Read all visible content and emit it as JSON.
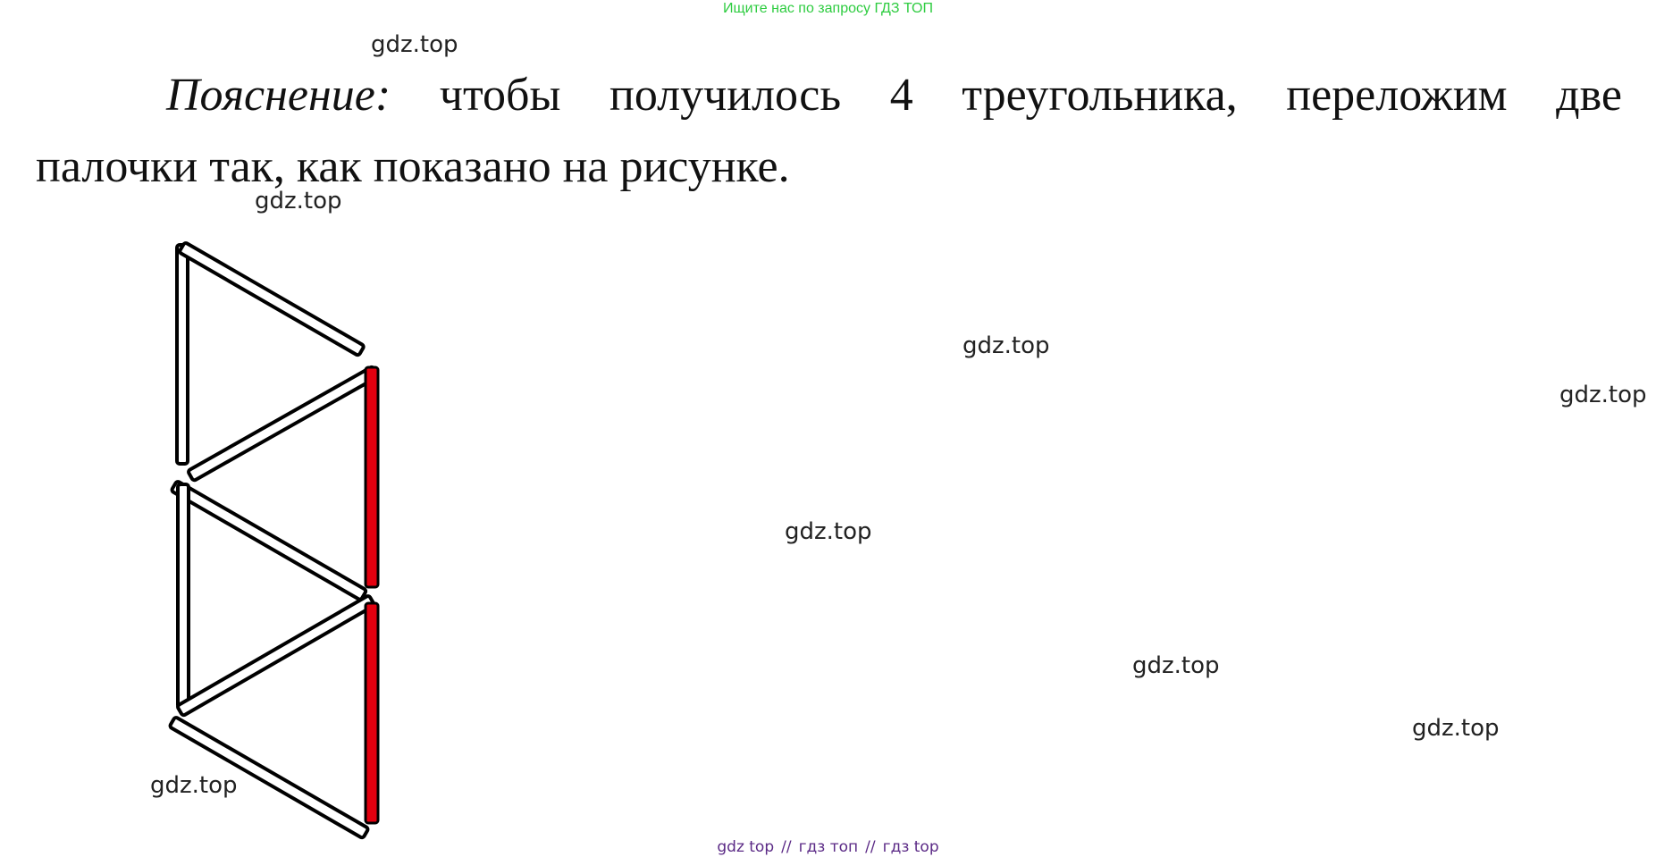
{
  "banner": {
    "text": "Ищите нас по запросу ГДЗ ТОП"
  },
  "watermark": "gdz.top",
  "explanation": {
    "label": "Пояснение:",
    "line1_words": [
      "чтобы",
      "получилось",
      "4",
      "треугольника,",
      "переложим",
      "две"
    ],
    "line2": "палочки так, как показано на рисунке."
  },
  "figure": {
    "description_colors": {
      "stick_outline": "#000000",
      "stick_fill": "#ffffff",
      "moved_stick": "#e3000f"
    },
    "moved_stick_count": 2
  },
  "footer": {
    "part1": "gdz top",
    "part2": "гдз топ",
    "part3": "гдз top",
    "separator": "//"
  }
}
